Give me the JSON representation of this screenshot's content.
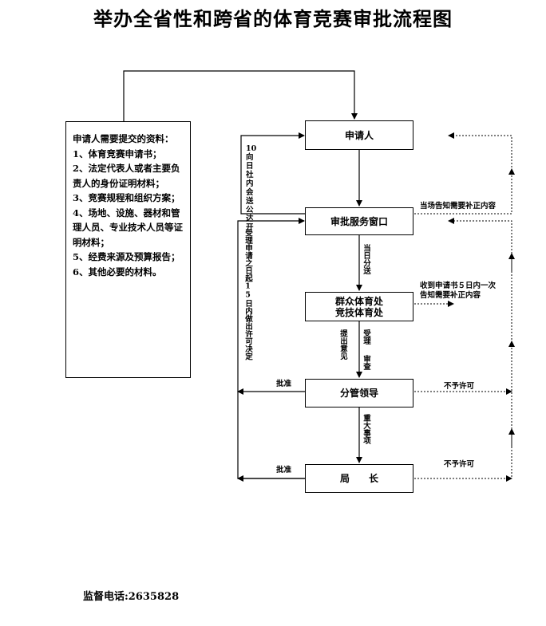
{
  "title": "举办全省性和跨省的体育竞赛审批流程图",
  "materials": {
    "heading": "申请人需要提交的资料：",
    "items": [
      "1、体育竞赛申请书；",
      "2、法定代表人或者主要负责人的身份证明材料；",
      "3、竞赛规程和组织方案；",
      "4、场地、设施、器材和管理人员、专业技术人员等证明材料；",
      "5、经费来源及预算报告；",
      "6、其他必要的材料。"
    ]
  },
  "nodes": {
    "applicant": "申请人",
    "service_window": "审批服务窗口",
    "office_line1": "群众体育处",
    "office_line2": "竞技体育处",
    "division_leader": "分管领导",
    "director": "局　　长"
  },
  "labels": {
    "deliver_10days": "10向日社内会送公达开",
    "same_day_forward": "当日分送",
    "notify_supplement": "当场告知需要补正内容",
    "receive_5days_line1": "收到申请书５日内一次",
    "receive_5days_line2": "告知需要补正内容",
    "decision_15days": "受理申请之日起15日内做出许可决定",
    "propose_opinion": "提出意见",
    "accept": "受理",
    "review": "审查",
    "major_matters": "重大事项",
    "approve_1": "批准",
    "approve_2": "批准",
    "not_permit_1": "不予许可",
    "not_permit_2": "不予许可"
  },
  "footer": {
    "phone": "监督电话:2635828"
  }
}
